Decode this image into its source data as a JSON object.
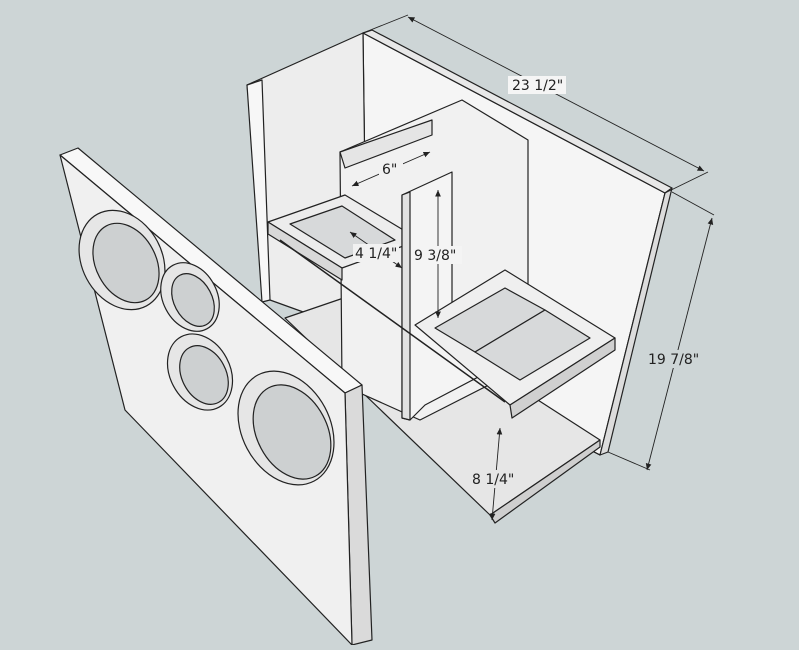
{
  "scene": {
    "background": "#cdd5d6",
    "panel_color": "#f2f2f2",
    "shade_color": "#dcdcdc",
    "dark_edge": "#3a3a3a",
    "hole_fill": "#d0d3d4"
  },
  "dimensions": {
    "length": "23 1/2\"",
    "height": "19 7/8\"",
    "divider_width": "6\"",
    "port_depth": "4 1/4\"",
    "divider_height": "9 3/8\"",
    "shelf_depth": "8 1/4\""
  }
}
